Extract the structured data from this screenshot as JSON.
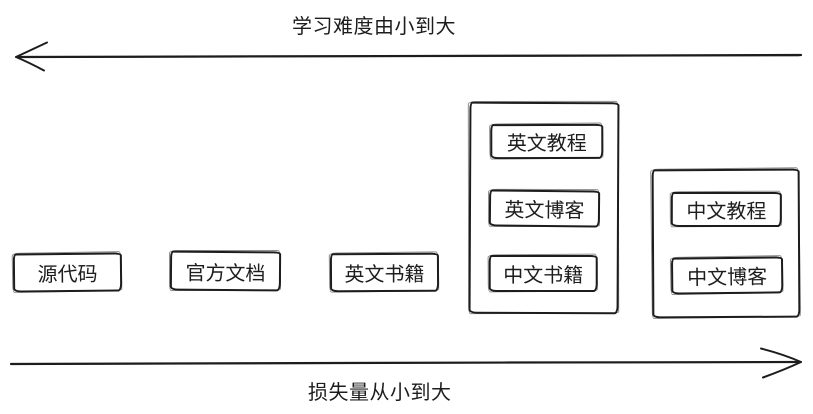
{
  "axes": {
    "top": {
      "label": "学习难度由小到大",
      "direction": "left"
    },
    "bottom": {
      "label": "损失量从小到大",
      "direction": "right"
    }
  },
  "nodes": [
    {
      "label": "源代码"
    },
    {
      "label": "官方文档"
    },
    {
      "label": "英文书籍"
    }
  ],
  "groups": [
    {
      "items": [
        {
          "label": "英文教程"
        },
        {
          "label": "英文博客"
        },
        {
          "label": "中文书籍"
        }
      ]
    },
    {
      "items": [
        {
          "label": "中文教程"
        },
        {
          "label": "中文博客"
        }
      ]
    }
  ],
  "colors": {
    "ink": "#1d1d1d",
    "background": "#ffffff"
  }
}
